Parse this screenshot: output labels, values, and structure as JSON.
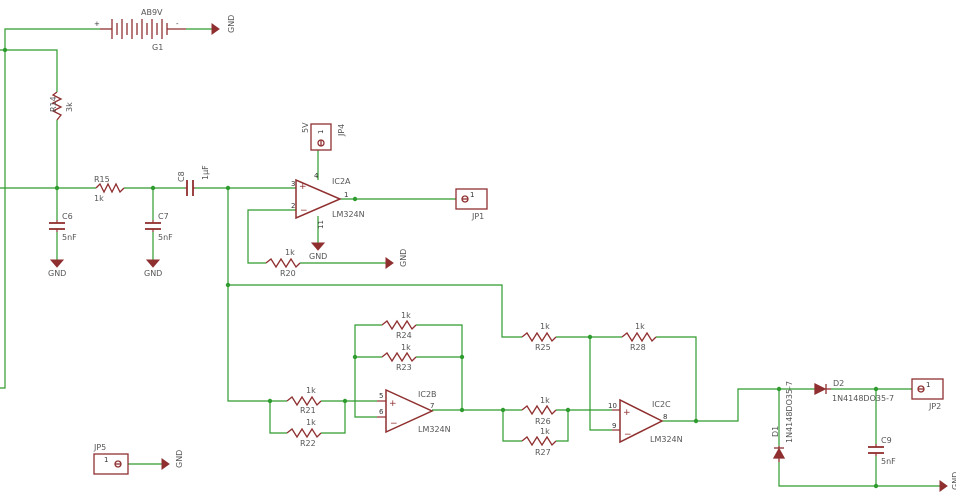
{
  "colors": {
    "wire": "#2e9b2e",
    "part": "#8f2f2f",
    "text": "#555555",
    "background": "#ffffff"
  },
  "battery": {
    "value": "AB9V",
    "name": "G1",
    "gnd": "GND"
  },
  "resistors": {
    "r14": {
      "name": "R14",
      "value": "3k"
    },
    "r15": {
      "name": "R15",
      "value": "1k"
    },
    "r20": {
      "name": "R20",
      "value": "1k"
    },
    "r21": {
      "name": "R21",
      "value": "1k"
    },
    "r22": {
      "name": "R22",
      "value": "1k"
    },
    "r23": {
      "name": "R23",
      "value": "1k"
    },
    "r24": {
      "name": "R24",
      "value": "1k"
    },
    "r25": {
      "name": "R25",
      "value": "1k"
    },
    "r26": {
      "name": "R26",
      "value": "1k"
    },
    "r27": {
      "name": "R27",
      "value": "1k"
    },
    "r28": {
      "name": "R28",
      "value": "1k"
    }
  },
  "capacitors": {
    "c6": {
      "name": "C6",
      "value": "5nF"
    },
    "c7": {
      "name": "C7",
      "value": "5nF"
    },
    "c8": {
      "name": "C8",
      "value": "1µF"
    },
    "c9": {
      "name": "C9",
      "value": "5nF"
    }
  },
  "opamps": {
    "ic2a": {
      "name": "IC2A",
      "part": "LM324N",
      "pins": {
        "plus": "3",
        "minus": "2",
        "out": "1",
        "vcc": "4",
        "vee": "11"
      }
    },
    "ic2b": {
      "name": "IC2B",
      "part": "LM324N",
      "pins": {
        "plus": "5",
        "minus": "6",
        "out": "7"
      }
    },
    "ic2c": {
      "name": "IC2C",
      "part": "LM324N",
      "pins": {
        "plus": "10",
        "minus": "9",
        "out": "8"
      }
    }
  },
  "diodes": {
    "d1": {
      "name": "D1",
      "value": "1N4148DO35-7"
    },
    "d2": {
      "name": "D2",
      "value": "1N4148DO35-7"
    }
  },
  "jumpers": {
    "jp1": {
      "name": "JP1",
      "pin": "1"
    },
    "jp2": {
      "name": "JP2",
      "pin": "1"
    },
    "jp4": {
      "name": "JP4",
      "pin": "1",
      "net": "5V"
    },
    "jp5": {
      "name": "JP5",
      "pin": "1"
    }
  },
  "gnd_label": "GND"
}
